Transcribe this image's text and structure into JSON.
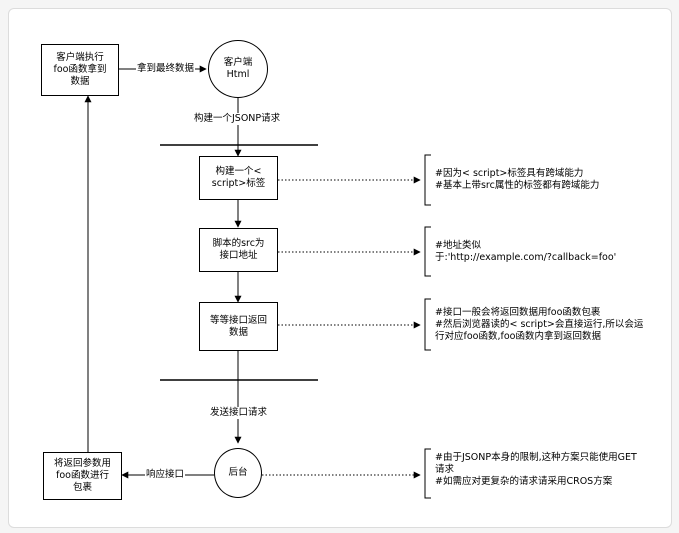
{
  "nodes": {
    "client_exec": "客户端执行\nfoo函数拿到\n数据",
    "client_html": "客户端\nHtml",
    "build_tag": "构建一个<\nscript>标签",
    "script_src": "脚本的src为\n接口地址",
    "wait_return": "等等接口返回\n数据",
    "backend": "后台",
    "wrap_return": "将返回参数用\nfoo函数进行\n包裹"
  },
  "edge_labels": {
    "get_final_data": "拿到最终数据",
    "build_jsonp": "构建一个JSONP请求",
    "send_request": "发送接口请求",
    "response": "响应接口"
  },
  "notes": {
    "script_tag_note": "#因为< script>标签具有跨域能力\n#基本上带src属性的标签都有跨域能力",
    "address_note": "#地址类似\n于:'http://example.com/?callback=foo'",
    "wrap_note": "#接口一般会将返回数据用foo函数包裹\n#然后浏览器读的< script>会直接运行,所以会运\n行对应foo函数,foo函数内拿到返回数据",
    "limitation_note": "#由于JSONP本身的限制,这种方案只能使用GET\n请求\n#如需应对更复杂的请求请采用CROS方案"
  }
}
